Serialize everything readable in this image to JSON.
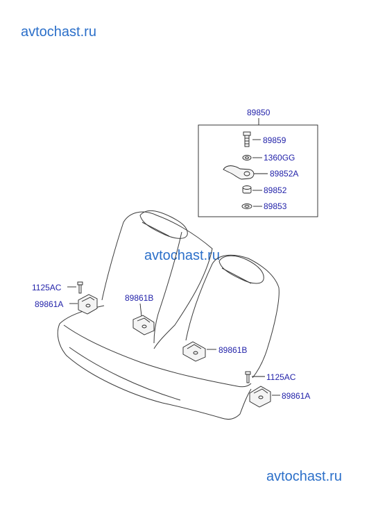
{
  "watermarks": {
    "top": "avtochast.ru",
    "middle": "avtochast.ru",
    "bottom": "avtochast.ru"
  },
  "parts": {
    "assembly": "89850",
    "bolt": "89859",
    "washer_small": "1360GG",
    "bracket": "89852A",
    "bushing": "89852",
    "washer": "89853",
    "bolt_left": "1125AC",
    "clip_left": "89861A",
    "clip_center_left": "89861B",
    "clip_center_right": "89861B",
    "bolt_right": "1125AC",
    "clip_right": "89861A"
  }
}
